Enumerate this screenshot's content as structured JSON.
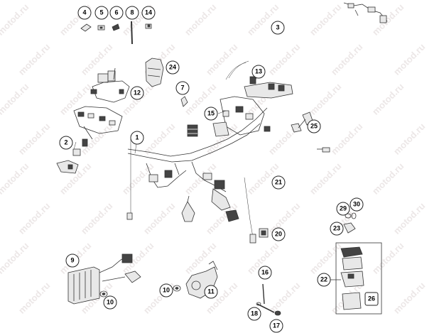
{
  "diagram": {
    "watermark_text": "motod.ru",
    "callouts": [
      {
        "id": "callout-1",
        "label": "1"
      },
      {
        "id": "callout-2",
        "label": "2"
      },
      {
        "id": "callout-3",
        "label": "3"
      },
      {
        "id": "callout-4",
        "label": "4"
      },
      {
        "id": "callout-5",
        "label": "5"
      },
      {
        "id": "callout-6",
        "label": "6"
      },
      {
        "id": "callout-7",
        "label": "7"
      },
      {
        "id": "callout-8",
        "label": "8"
      },
      {
        "id": "callout-9",
        "label": "9"
      },
      {
        "id": "callout-10a",
        "label": "10"
      },
      {
        "id": "callout-10b",
        "label": "10"
      },
      {
        "id": "callout-11",
        "label": "11"
      },
      {
        "id": "callout-12",
        "label": "12"
      },
      {
        "id": "callout-13",
        "label": "13"
      },
      {
        "id": "callout-14",
        "label": "14"
      },
      {
        "id": "callout-15",
        "label": "15"
      },
      {
        "id": "callout-16",
        "label": "16"
      },
      {
        "id": "callout-17",
        "label": "17"
      },
      {
        "id": "callout-18",
        "label": "18"
      },
      {
        "id": "callout-20",
        "label": "20"
      },
      {
        "id": "callout-21",
        "label": "21"
      },
      {
        "id": "callout-22",
        "label": "22"
      },
      {
        "id": "callout-23",
        "label": "23"
      },
      {
        "id": "callout-24",
        "label": "24"
      },
      {
        "id": "callout-25",
        "label": "25"
      },
      {
        "id": "callout-26",
        "label": "26"
      },
      {
        "id": "callout-29",
        "label": "29"
      },
      {
        "id": "callout-30",
        "label": "30"
      }
    ]
  }
}
